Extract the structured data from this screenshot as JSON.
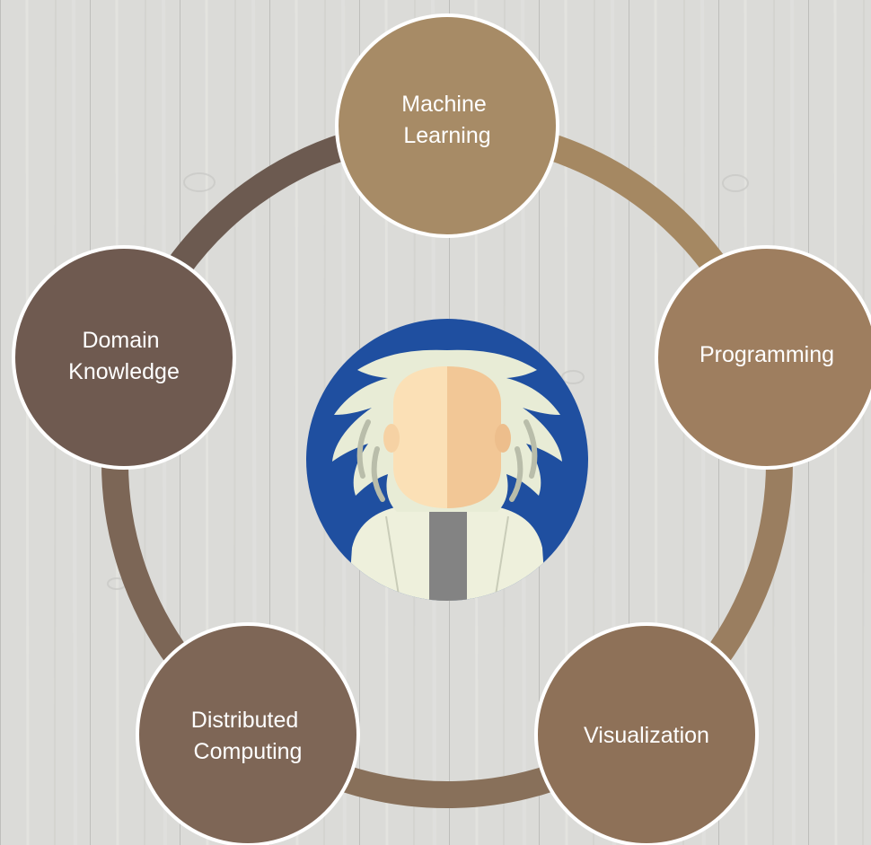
{
  "diagram": {
    "center_icon": "scientist-avatar-icon",
    "nodes": [
      {
        "id": "machine-learning",
        "lines": [
          "Machine",
          "Learning"
        ],
        "color": "#A78B66"
      },
      {
        "id": "programming",
        "lines": [
          "Programming"
        ],
        "color": "#9E7E5F"
      },
      {
        "id": "visualization",
        "lines": [
          "Visualization"
        ],
        "color": "#8E7158"
      },
      {
        "id": "distributed-computing",
        "lines": [
          "Distributed",
          "Computing"
        ],
        "color": "#7E6656"
      },
      {
        "id": "domain-knowledge",
        "lines": [
          "Domain",
          "Knowledge"
        ],
        "color": "#6F5A50"
      }
    ],
    "ring_colors": {
      "machine-learning_programming": "#A58862",
      "programming_visualization": "#9A7E60",
      "visualization_distributed-computing": "#88705A",
      "distributed-computing_domain-knowledge": "#7C6656",
      "domain-knowledge_machine-learning": "#6C5A50"
    },
    "background": "#D9D9D6",
    "avatar_colors": {
      "circle": "#1F4FA0",
      "hair": "#E8ECD6",
      "hair_shadow": "#B9BDAA",
      "face_light": "#FBE0B6",
      "face_shadow": "#F2C796",
      "coat": "#EEF0DC",
      "tie": "#838383"
    }
  }
}
